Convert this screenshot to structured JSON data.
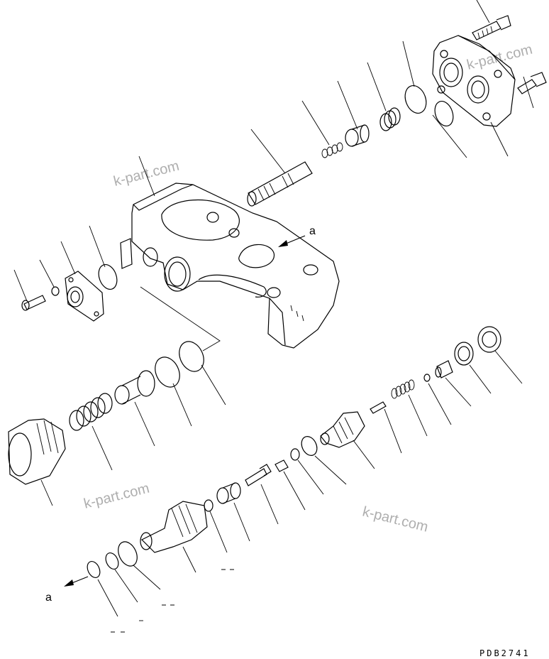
{
  "diagram": {
    "view_marker_top": "a",
    "view_marker_bottom": "a",
    "drawing_code": "PDB2741",
    "watermarks": [
      "k-part.com",
      "k-part.com",
      "k-part.com",
      "k-part.com"
    ]
  }
}
